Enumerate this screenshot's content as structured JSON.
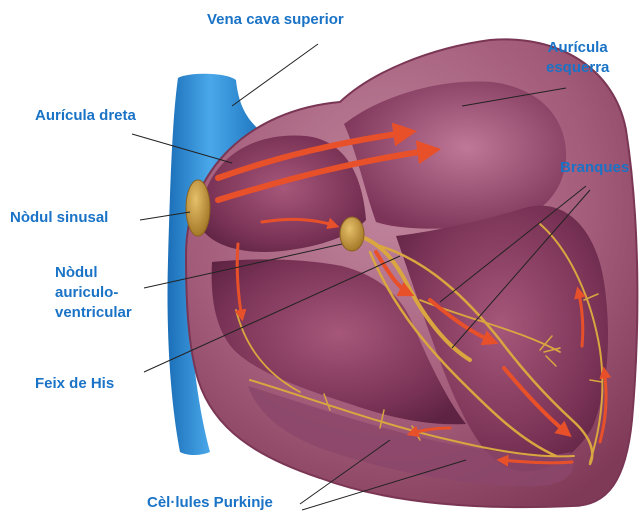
{
  "labels": {
    "vena_cava_superior": "Vena cava superior",
    "auricula_esquerra": "Aurícula\nesquerra",
    "auricula_dreta": "Aurícula dreta",
    "branques": "Branques",
    "nodul_sinusal": "Nòdul sinusal",
    "nodul_av": "Nòdul\nauriculo-\nventricular",
    "feix_de_his": "Feix de His",
    "cellules_purkinje": "Cèl·lules Purkinje"
  },
  "colors": {
    "label_text": "#1a73c6",
    "heart_wall": "#9a4f6c",
    "chamber_interior": "#6e2a4a",
    "vein": "#2f8fd8",
    "conduction_fibres": "#d9a640",
    "node": "#c79a3c",
    "impulse_arrows": "#e8502a"
  }
}
